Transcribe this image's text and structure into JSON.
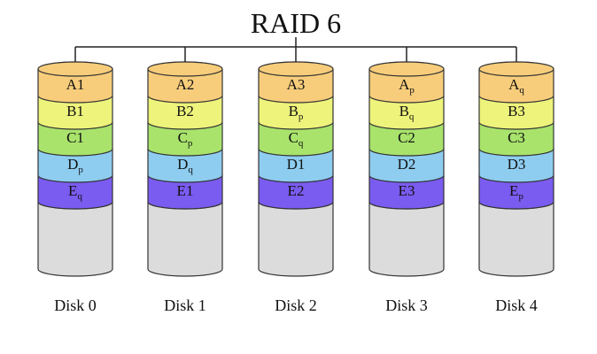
{
  "title": "RAID 6",
  "colors": {
    "A": "#f7cd7b",
    "B": "#eef37b",
    "C": "#a9e36c",
    "D": "#8ecdf0",
    "E": "#7a5cf0",
    "empty": "#dcdcdc",
    "stroke": "#333333",
    "line": "#222222"
  },
  "disks": [
    {
      "label": "Disk 0",
      "blocks": [
        {
          "row": "A",
          "main": "A",
          "sub": "1",
          "subscript": false
        },
        {
          "row": "B",
          "main": "B",
          "sub": "1",
          "subscript": false
        },
        {
          "row": "C",
          "main": "C",
          "sub": "1",
          "subscript": false
        },
        {
          "row": "D",
          "main": "D",
          "sub": "p",
          "subscript": true
        },
        {
          "row": "E",
          "main": "E",
          "sub": "q",
          "subscript": true
        }
      ]
    },
    {
      "label": "Disk 1",
      "blocks": [
        {
          "row": "A",
          "main": "A",
          "sub": "2",
          "subscript": false
        },
        {
          "row": "B",
          "main": "B",
          "sub": "2",
          "subscript": false
        },
        {
          "row": "C",
          "main": "C",
          "sub": "p",
          "subscript": true
        },
        {
          "row": "D",
          "main": "D",
          "sub": "q",
          "subscript": true
        },
        {
          "row": "E",
          "main": "E",
          "sub": "1",
          "subscript": false
        }
      ]
    },
    {
      "label": "Disk 2",
      "blocks": [
        {
          "row": "A",
          "main": "A",
          "sub": "3",
          "subscript": false
        },
        {
          "row": "B",
          "main": "B",
          "sub": "p",
          "subscript": true
        },
        {
          "row": "C",
          "main": "C",
          "sub": "q",
          "subscript": true
        },
        {
          "row": "D",
          "main": "D",
          "sub": "1",
          "subscript": false
        },
        {
          "row": "E",
          "main": "E",
          "sub": "2",
          "subscript": false
        }
      ]
    },
    {
      "label": "Disk 3",
      "blocks": [
        {
          "row": "A",
          "main": "A",
          "sub": "p",
          "subscript": true
        },
        {
          "row": "B",
          "main": "B",
          "sub": "q",
          "subscript": true
        },
        {
          "row": "C",
          "main": "C",
          "sub": "2",
          "subscript": false
        },
        {
          "row": "D",
          "main": "D",
          "sub": "2",
          "subscript": false
        },
        {
          "row": "E",
          "main": "E",
          "sub": "3",
          "subscript": false
        }
      ]
    },
    {
      "label": "Disk 4",
      "blocks": [
        {
          "row": "A",
          "main": "A",
          "sub": "q",
          "subscript": true
        },
        {
          "row": "B",
          "main": "B",
          "sub": "3",
          "subscript": false
        },
        {
          "row": "C",
          "main": "C",
          "sub": "3",
          "subscript": false
        },
        {
          "row": "D",
          "main": "D",
          "sub": "3",
          "subscript": false
        },
        {
          "row": "E",
          "main": "E",
          "sub": "p",
          "subscript": true
        }
      ]
    }
  ]
}
